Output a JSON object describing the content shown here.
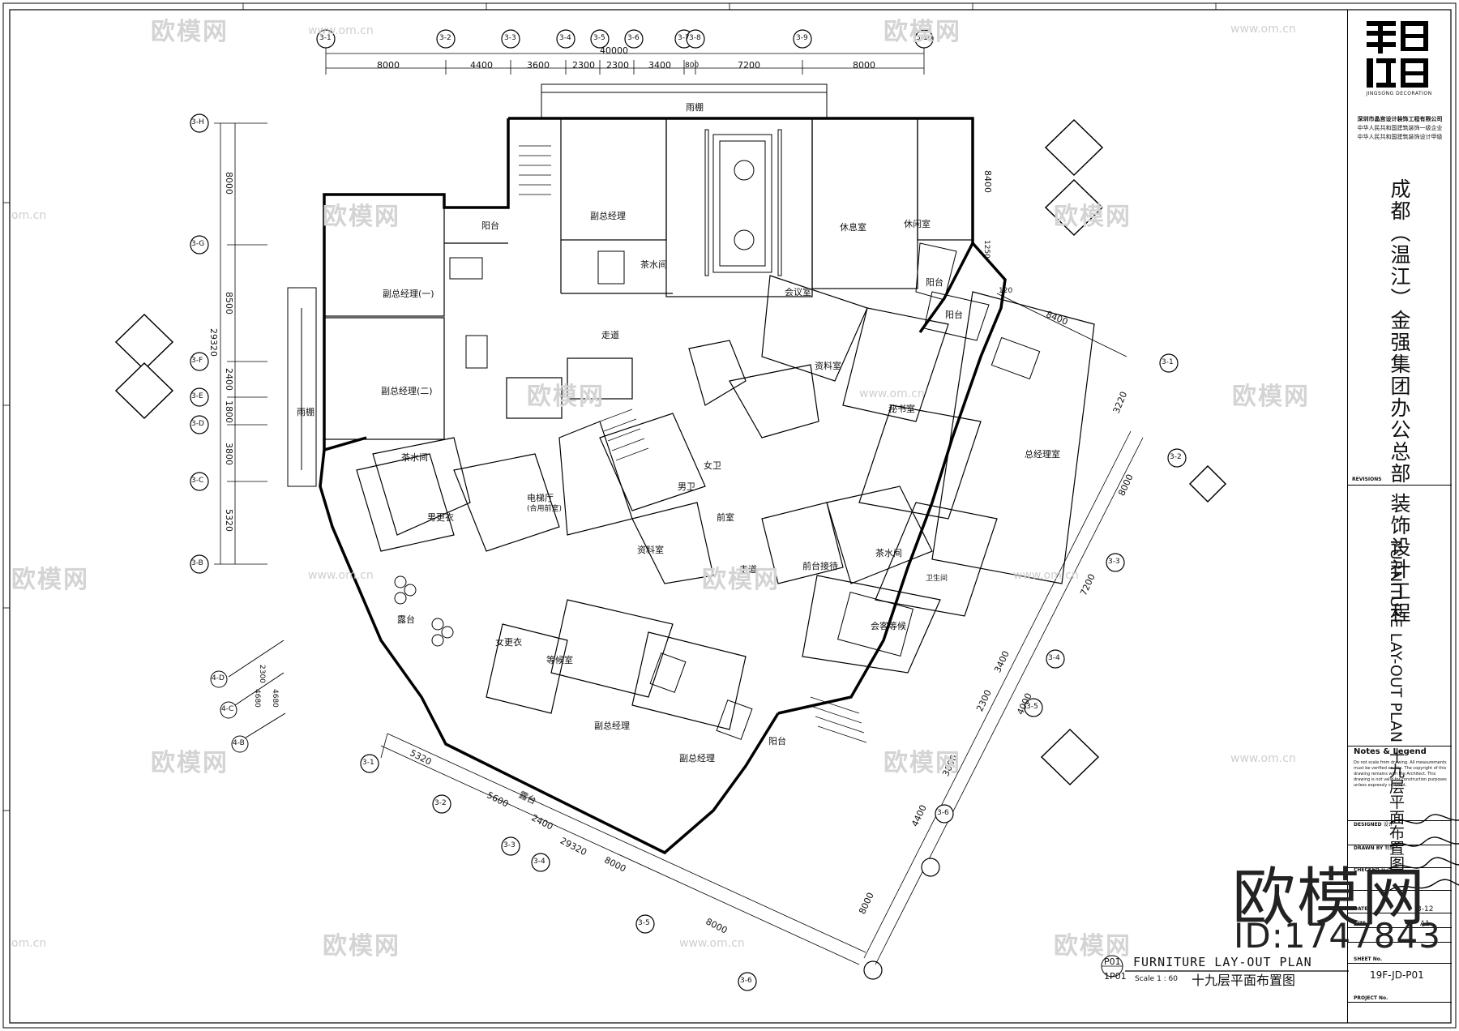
{
  "watermark": {
    "brand": "欧模网",
    "url": "www.om.cn",
    "url_short": "om.cn",
    "id_text": "ID:1747843"
  },
  "title_block": {
    "logo_sub": "JINGSONG DECORATION",
    "company_lines": [
      "深圳市晶宫设计装饰工程有限公司",
      "中华人民共和国建筑装饰一级企业",
      "中华人民共和国建筑装饰设计甲级"
    ],
    "project_lines": [
      "成都（温江）金强集团办公总部",
      "装饰设计工程"
    ],
    "revisions_label": "REVISIONS",
    "drawing_title_en": "FURNITURE LAY-OUT PLAN",
    "drawing_title_cn": "十九层平面布置图",
    "notes_heading": "Notes & Legend",
    "notes_text": "Do not scale from drawing. All measurements must be verified on site. The copyright of this drawing remains with the Architect. This drawing is not valid for construction purposes unless expressly certified.",
    "rows": [
      {
        "label": "DESIGNED",
        "cn": "设计",
        "value": ""
      },
      {
        "label": "DRAWN BY",
        "cn": "制图",
        "value": ""
      },
      {
        "label": "CHECKED",
        "cn": "核对",
        "value": ""
      },
      {
        "label": "",
        "cn": "",
        "value": ""
      },
      {
        "label": "DATE",
        "cn": "",
        "value": "3-12"
      },
      {
        "label": "SIZE",
        "cn": "",
        "value": "A1"
      },
      {
        "label": "SHEET No.",
        "cn": "",
        "value": ""
      },
      {
        "label": "PROJECT No.",
        "cn": "",
        "value": ""
      }
    ],
    "sheet_no": "19F-JD-P01"
  },
  "plan_title": {
    "code_top": "P01",
    "code_bottom": "1P01",
    "title_en": "FURNITURE LAY-OUT PLAN",
    "title_cn": "十九层平面布置图",
    "scale": "Scale 1 : 60"
  },
  "grid_labels": {
    "top": [
      "3-1",
      "3-2",
      "3-3",
      "3-4",
      "3-5",
      "3-6",
      "3-7",
      "3-8",
      "3-9",
      "3-10"
    ],
    "left": [
      "3-H",
      "3-G",
      "3-F",
      "3-E",
      "3-D",
      "3-C",
      "3-B"
    ],
    "lower_left": [
      "4-D",
      "4-C",
      "4-B"
    ],
    "bottom": [
      "3-1",
      "3-2",
      "3-3",
      "3-4",
      "3-5",
      "3-6"
    ],
    "right": [
      "3-1",
      "3-2",
      "3-3",
      "3-4",
      "3-5",
      "3-6"
    ]
  },
  "dimensions": {
    "top_total": "40000",
    "top": [
      "8000",
      "4400",
      "3600",
      "2300",
      "2300",
      "3400",
      "800",
      "7200",
      "8000"
    ],
    "left_total": "29320",
    "left": [
      "8000",
      "8500",
      "2400",
      "1800",
      "3800",
      "5320"
    ],
    "lower_left": [
      "2300",
      "4680",
      "4680"
    ],
    "right_top": [
      "8400",
      "3220"
    ],
    "right": [
      "8000",
      "7200",
      "3400",
      "2300",
      "4000",
      "3000",
      "4400",
      "8000"
    ],
    "bottom_total": "29320",
    "bottom": [
      "5320",
      "5600",
      "2400",
      "8000",
      "8000"
    ],
    "misc": [
      "8400",
      "1250",
      "120"
    ]
  },
  "rooms": {
    "r1": "副总经理",
    "r2": "茶水间",
    "r3": "阳台",
    "r4": "副总经理(一)",
    "r5": "副总经理(二)",
    "r6": "雨棚",
    "r7": "茶水间",
    "r8": "男更衣",
    "r9": "会议室",
    "r10": "休息室",
    "r11": "休闲室",
    "r12": "走道",
    "r13": "阳台",
    "r14": "阳台",
    "r15": "资料室",
    "r16": "秘书室",
    "r17": "总经理室",
    "r18": "电梯厅",
    "r18b": "(合用前室)",
    "r19": "女卫",
    "r20": "男卫",
    "r21": "前室",
    "r22": "资料室",
    "r23": "走道",
    "r24": "前台接待",
    "r25": "茶水间",
    "r26": "卫生间",
    "r27": "会客等候",
    "r28": "露台",
    "r29": "女更衣",
    "r30": "等候室",
    "r31": "副总经理",
    "r32": "副总经理",
    "r33": "阳台",
    "r34": "雨棚",
    "r35": "露台"
  },
  "colors": {
    "line": "#000000",
    "watermark": "#d4d4d4",
    "background": "#ffffff"
  }
}
